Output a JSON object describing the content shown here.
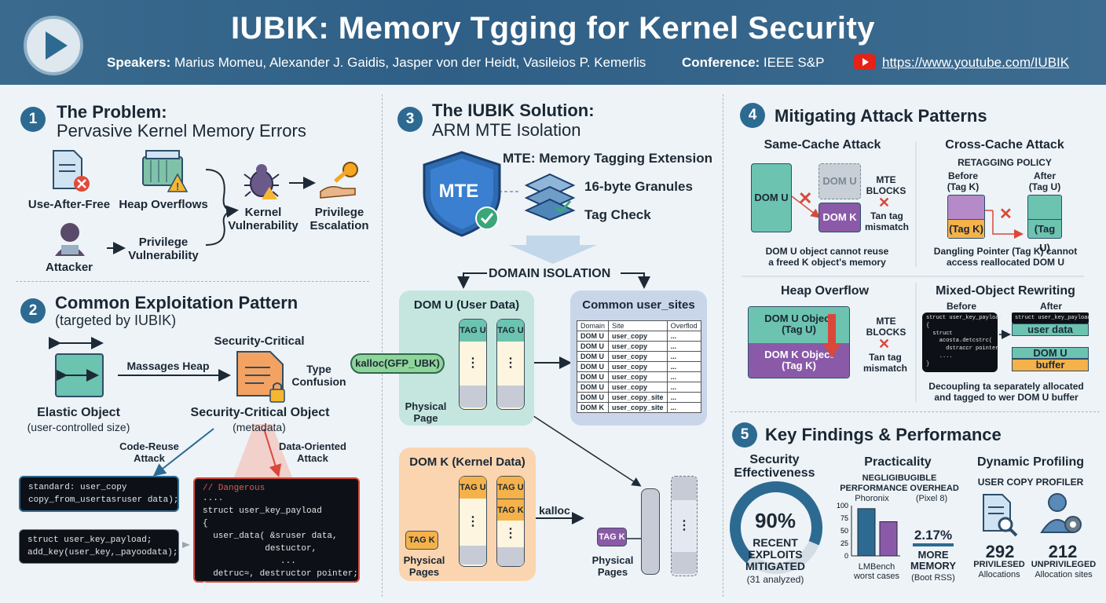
{
  "header": {
    "title": "IUBIK: Memory Tgging for Kernel Security",
    "speakers_label": "Speakers:",
    "speakers": "Marius Momeu, Alexander J. Gaidis, Jasper von der Heidt, Vasileios P. Kemerlis",
    "conference_label": "Conference:",
    "conference": "IEEE S&P",
    "url": "https://www.youtube.com/IUBIK"
  },
  "s1": {
    "num": "1",
    "title": "The Problem:",
    "subtitle": "Pervasive Kernel Memory Errors",
    "uaf": "Use-After-Free",
    "heap": "Heap Overflows",
    "attacker": "Attacker",
    "priv_vuln_1": "Privilege",
    "priv_vuln_2": "Vulnerability",
    "kernel_1": "Kernel",
    "kernel_2": "Vulnerability",
    "esc_1": "Privilege",
    "esc_2": "Escalation"
  },
  "s2": {
    "num": "2",
    "title": "Common Exploitation Pattern",
    "subtitle": "(targeted by IUBIK)",
    "sec_crit": "Security-Critical",
    "massages": "Massages Heap",
    "type_conf_1": "Type",
    "type_conf_2": "Confusion",
    "elastic": "Elastic Object",
    "elastic_sub": "(user-controlled size)",
    "sco": "Security-Critical Object",
    "sco_sub": "(metadata)",
    "code_reuse_1": "Code-Reuse",
    "code_reuse_2": "Attack",
    "data_or_1": "Data-Oriented",
    "data_or_2": "Attack",
    "code1": "standard: user_copy\ncopy_from_usertasruser data);",
    "code2": "struct user_key_payload;\nadd_key(user_key,_payoodata);",
    "code3_comment": "// Dangerous",
    "code3": "....\nstruct user_key_payload\n{\n  user_data( &sruser data,\n            destuctor,\n               ...\n  detruc≈, destructor pointer;\n}"
  },
  "s3": {
    "num": "3",
    "title": "The IUBIK Solution:",
    "subtitle": "ARM MTE Isolation",
    "mte": "MTE",
    "mte_full": "MTE: Memory Tagging Extension",
    "granules": "16-byte Granules",
    "tagcheck": "Tag Check",
    "domain_iso": "DOMAIN ISOLATION",
    "domu": "DOM U (User Data)",
    "common": "Common user_sites",
    "kmalloc": "kalloc(GFP_UBK)",
    "tagu": "TAG U",
    "tagk": "TAG K",
    "dots": "⋮",
    "phys_page_1": "Physical",
    "phys_page_2": "Page",
    "domk": "DOM K (Kernel Data)",
    "kalloc": "kalloc",
    "phys_pages_1": "Physical",
    "phys_pages_2": "Pages",
    "table_head": [
      "Domain",
      "Site",
      "Overflod"
    ],
    "table_rows": [
      [
        "DOM U",
        "user_copy",
        "..."
      ],
      [
        "DOM U",
        "user_copy",
        "..."
      ],
      [
        "DOM U",
        "user_copy",
        "..."
      ],
      [
        "DOM U",
        "user_copy",
        "..."
      ],
      [
        "DOM U",
        "user_copy",
        "..."
      ],
      [
        "DOM U",
        "user_copy",
        "..."
      ],
      [
        "DOM U",
        "user_copy_site",
        "..."
      ],
      [
        "DOM K",
        "user_copy_site",
        "..."
      ]
    ]
  },
  "s4": {
    "num": "4",
    "title": "Mitigating Attack Patterns",
    "same_cache": "Same-Cache Attack",
    "cross_cache": "Cross-Cache Attack",
    "domu": "DOM U",
    "domk": "DOM K",
    "mte_blocks_1": "MTE",
    "mte_blocks_2": "BLOCKS",
    "tan_1": "Tan tag",
    "tan_2": "mismatch",
    "same_desc_1": "DOM U object cannot reuse",
    "same_desc_2": "a freed K object's memory",
    "retag": "RETAGGING POLICY",
    "before": "Before",
    "before_tag": "(Tag K)",
    "after": "After",
    "after_tag": "(Tag U)",
    "tagk": "(Tag K)",
    "tagu": "(Tag U)",
    "cross_desc_1": "Dangling Pointer (Tag K) cannot",
    "cross_desc_2": "access reallocated  DOM U",
    "heap_overflow": "Heap Overflow",
    "domu_obj_1": "DOM U Object",
    "domu_obj_2": "(Tag U)",
    "domk_obj_1": "DOM K Object",
    "domk_obj_2": "(Tag K)",
    "mixed": "Mixed-Object Rewriting",
    "mix_before": "Before",
    "mix_after": "After",
    "mix_code_1": "struct user_key_payload\n{\n  struct\n    acosta.detcstrc(\n      dstraccr pointer\n    ....\n}",
    "mix_code_2": "struct user_key_payload",
    "user_data": "user data",
    "mix_domu": "DOM U",
    "buffer": "buffer",
    "mix_desc_1": "Decoupling ta separately allocated",
    "mix_desc_2": "and tagged to wer DOM U buffer"
  },
  "s5": {
    "num": "5",
    "title": "Key Findings & Performance",
    "sec_1": "Security",
    "sec_2": "Effectiveness",
    "pct": "90%",
    "recent_1": "RECENT",
    "recent_2": "EXPLOITS",
    "recent_3": "MITIGATED",
    "analyzed": "(31 analyzed)",
    "practicality": "Practicality",
    "neg_1": "NEGLIGIBUGIBLE",
    "neg_2": "PERFORMANCE  OVERHEAD",
    "phoronix": "Phoronix",
    "pixel": "(Pixel 8)",
    "lmbench_1": "LMBench",
    "lmbench_2": "worst cases",
    "mem_pct": "2.17%",
    "more_1": "MORE",
    "more_2": "MEMORY",
    "bootrss": "(Boot RSS)",
    "dyn": "Dynamic Profiling",
    "profiler": "USER COPY PROFILER",
    "n292": "292",
    "n212": "212",
    "priv_1": "PRIVILESED",
    "priv_2": "Allocations",
    "unpriv_1": "UNPRIVILEGED",
    "unpriv_2": "Allocation sites"
  },
  "chart_data": {
    "type": "bar",
    "categories": [
      "",
      ""
    ],
    "values": [
      94,
      68
    ],
    "yticks": [
      "100",
      "75",
      "50",
      "25",
      "0"
    ],
    "ylim": [
      0,
      100
    ],
    "title": "",
    "xlabel": "",
    "ylabel": ""
  }
}
